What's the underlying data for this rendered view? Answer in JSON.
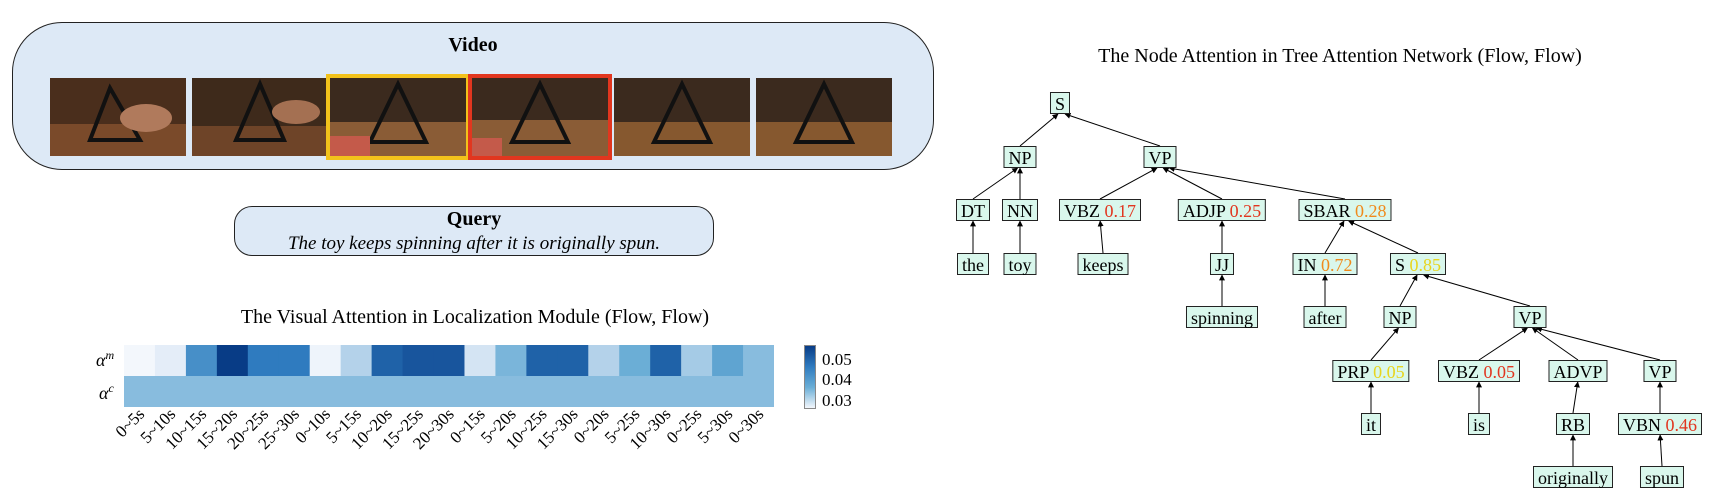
{
  "video": {
    "title": "Video",
    "frames": [
      "frame-1",
      "frame-2",
      "frame-3",
      "frame-4",
      "frame-5",
      "frame-6"
    ],
    "highlight_colors": {
      "frame-3": "#f2c21b",
      "frame-4": "#e1361f"
    }
  },
  "query": {
    "label": "Query",
    "text": "The toy keeps spinning after it is originally spun."
  },
  "heatmap": {
    "title": "The Visual Attention in Localization Module (Flow, Flow)",
    "row_labels": [
      "α",
      "α"
    ],
    "row_label_superscripts": [
      "m",
      "c"
    ],
    "colorbar_ticks": [
      "0.05",
      "0.04",
      "0.03"
    ]
  },
  "chart_data": {
    "type": "heatmap",
    "title": "The Visual Attention in Localization Module (Flow, Flow)",
    "x": [
      "0~5s",
      "5~10s",
      "10~15s",
      "15~20s",
      "20~25s",
      "25~30s",
      "0~10s",
      "5~15s",
      "10~20s",
      "15~25s",
      "20~30s",
      "0~15s",
      "5~20s",
      "10~25s",
      "15~30s",
      "0~20s",
      "5~25s",
      "10~30s",
      "0~25s",
      "5~30s",
      "0~30s"
    ],
    "y": [
      "α^m",
      "α^c"
    ],
    "values": [
      [
        0.029,
        0.033,
        0.048,
        0.055,
        0.05,
        0.05,
        0.031,
        0.04,
        0.052,
        0.053,
        0.053,
        0.036,
        0.044,
        0.052,
        0.052,
        0.04,
        0.045,
        0.052,
        0.041,
        0.046,
        0.043
      ],
      [
        0.043,
        0.043,
        0.043,
        0.043,
        0.043,
        0.043,
        0.043,
        0.043,
        0.043,
        0.043,
        0.043,
        0.043,
        0.043,
        0.043,
        0.043,
        0.043,
        0.043,
        0.043,
        0.043,
        0.043,
        0.043
      ]
    ],
    "colorbar_range": [
      0.03,
      0.055
    ],
    "colormap": "Blues"
  },
  "tree": {
    "title": "The Node Attention in Tree Attention Network (Flow, Flow)",
    "nodes": [
      {
        "id": "S",
        "label": "S",
        "score": ""
      },
      {
        "id": "NP1",
        "label": "NP",
        "score": ""
      },
      {
        "id": "VP1",
        "label": "VP",
        "score": ""
      },
      {
        "id": "DT",
        "label": "DT",
        "score": ""
      },
      {
        "id": "NN",
        "label": "NN",
        "score": ""
      },
      {
        "id": "VBZ1",
        "label": "VBZ",
        "score": "0.17"
      },
      {
        "id": "ADJP",
        "label": "ADJP",
        "score": "0.25"
      },
      {
        "id": "SBAR",
        "label": "SBAR",
        "score": "0.28"
      },
      {
        "id": "the",
        "label": "the",
        "score": ""
      },
      {
        "id": "toy",
        "label": "toy",
        "score": ""
      },
      {
        "id": "keeps",
        "label": "keeps",
        "score": ""
      },
      {
        "id": "JJ",
        "label": "JJ",
        "score": ""
      },
      {
        "id": "IN",
        "label": "IN",
        "score": "0.72"
      },
      {
        "id": "S2",
        "label": "S",
        "score": "0.85"
      },
      {
        "id": "spinning",
        "label": "spinning",
        "score": ""
      },
      {
        "id": "after",
        "label": "after",
        "score": ""
      },
      {
        "id": "NP2",
        "label": "NP",
        "score": ""
      },
      {
        "id": "VP2",
        "label": "VP",
        "score": ""
      },
      {
        "id": "PRP",
        "label": "PRP",
        "score": "0.05"
      },
      {
        "id": "VBZ2",
        "label": "VBZ",
        "score": "0.05"
      },
      {
        "id": "ADVP",
        "label": "ADVP",
        "score": ""
      },
      {
        "id": "VP3",
        "label": "VP",
        "score": ""
      },
      {
        "id": "it",
        "label": "it",
        "score": ""
      },
      {
        "id": "is",
        "label": "is",
        "score": ""
      },
      {
        "id": "RB",
        "label": "RB",
        "score": ""
      },
      {
        "id": "VBN",
        "label": "VBN",
        "score": "0.46"
      },
      {
        "id": "originally",
        "label": "originally",
        "score": ""
      },
      {
        "id": "spun",
        "label": "spun",
        "score": ""
      }
    ],
    "score_colors": {
      "red": "#e1361f",
      "orange": "#f08a1c",
      "yellow": "#e8d51e"
    },
    "node_fill": "#d9f7ec"
  }
}
